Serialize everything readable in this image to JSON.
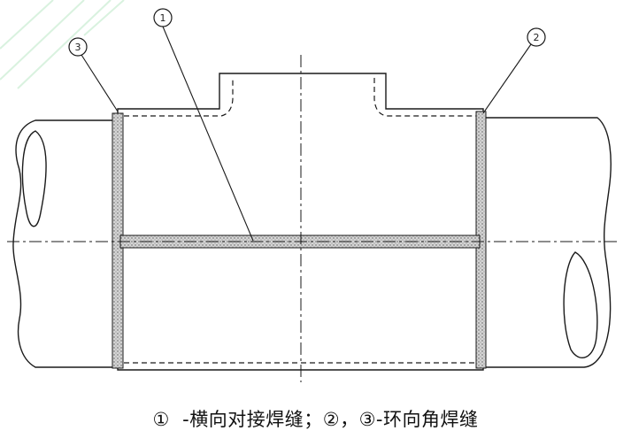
{
  "callouts": {
    "one": "1",
    "two": "2",
    "three": "3"
  },
  "caption": "①  -横向对接焊缝；②，③-环向角焊缝",
  "colors": {
    "line": "#1a1a1a",
    "weld_fill": "#c8c8c8",
    "background": "#ffffff",
    "watermark": "#d6f0dc"
  }
}
